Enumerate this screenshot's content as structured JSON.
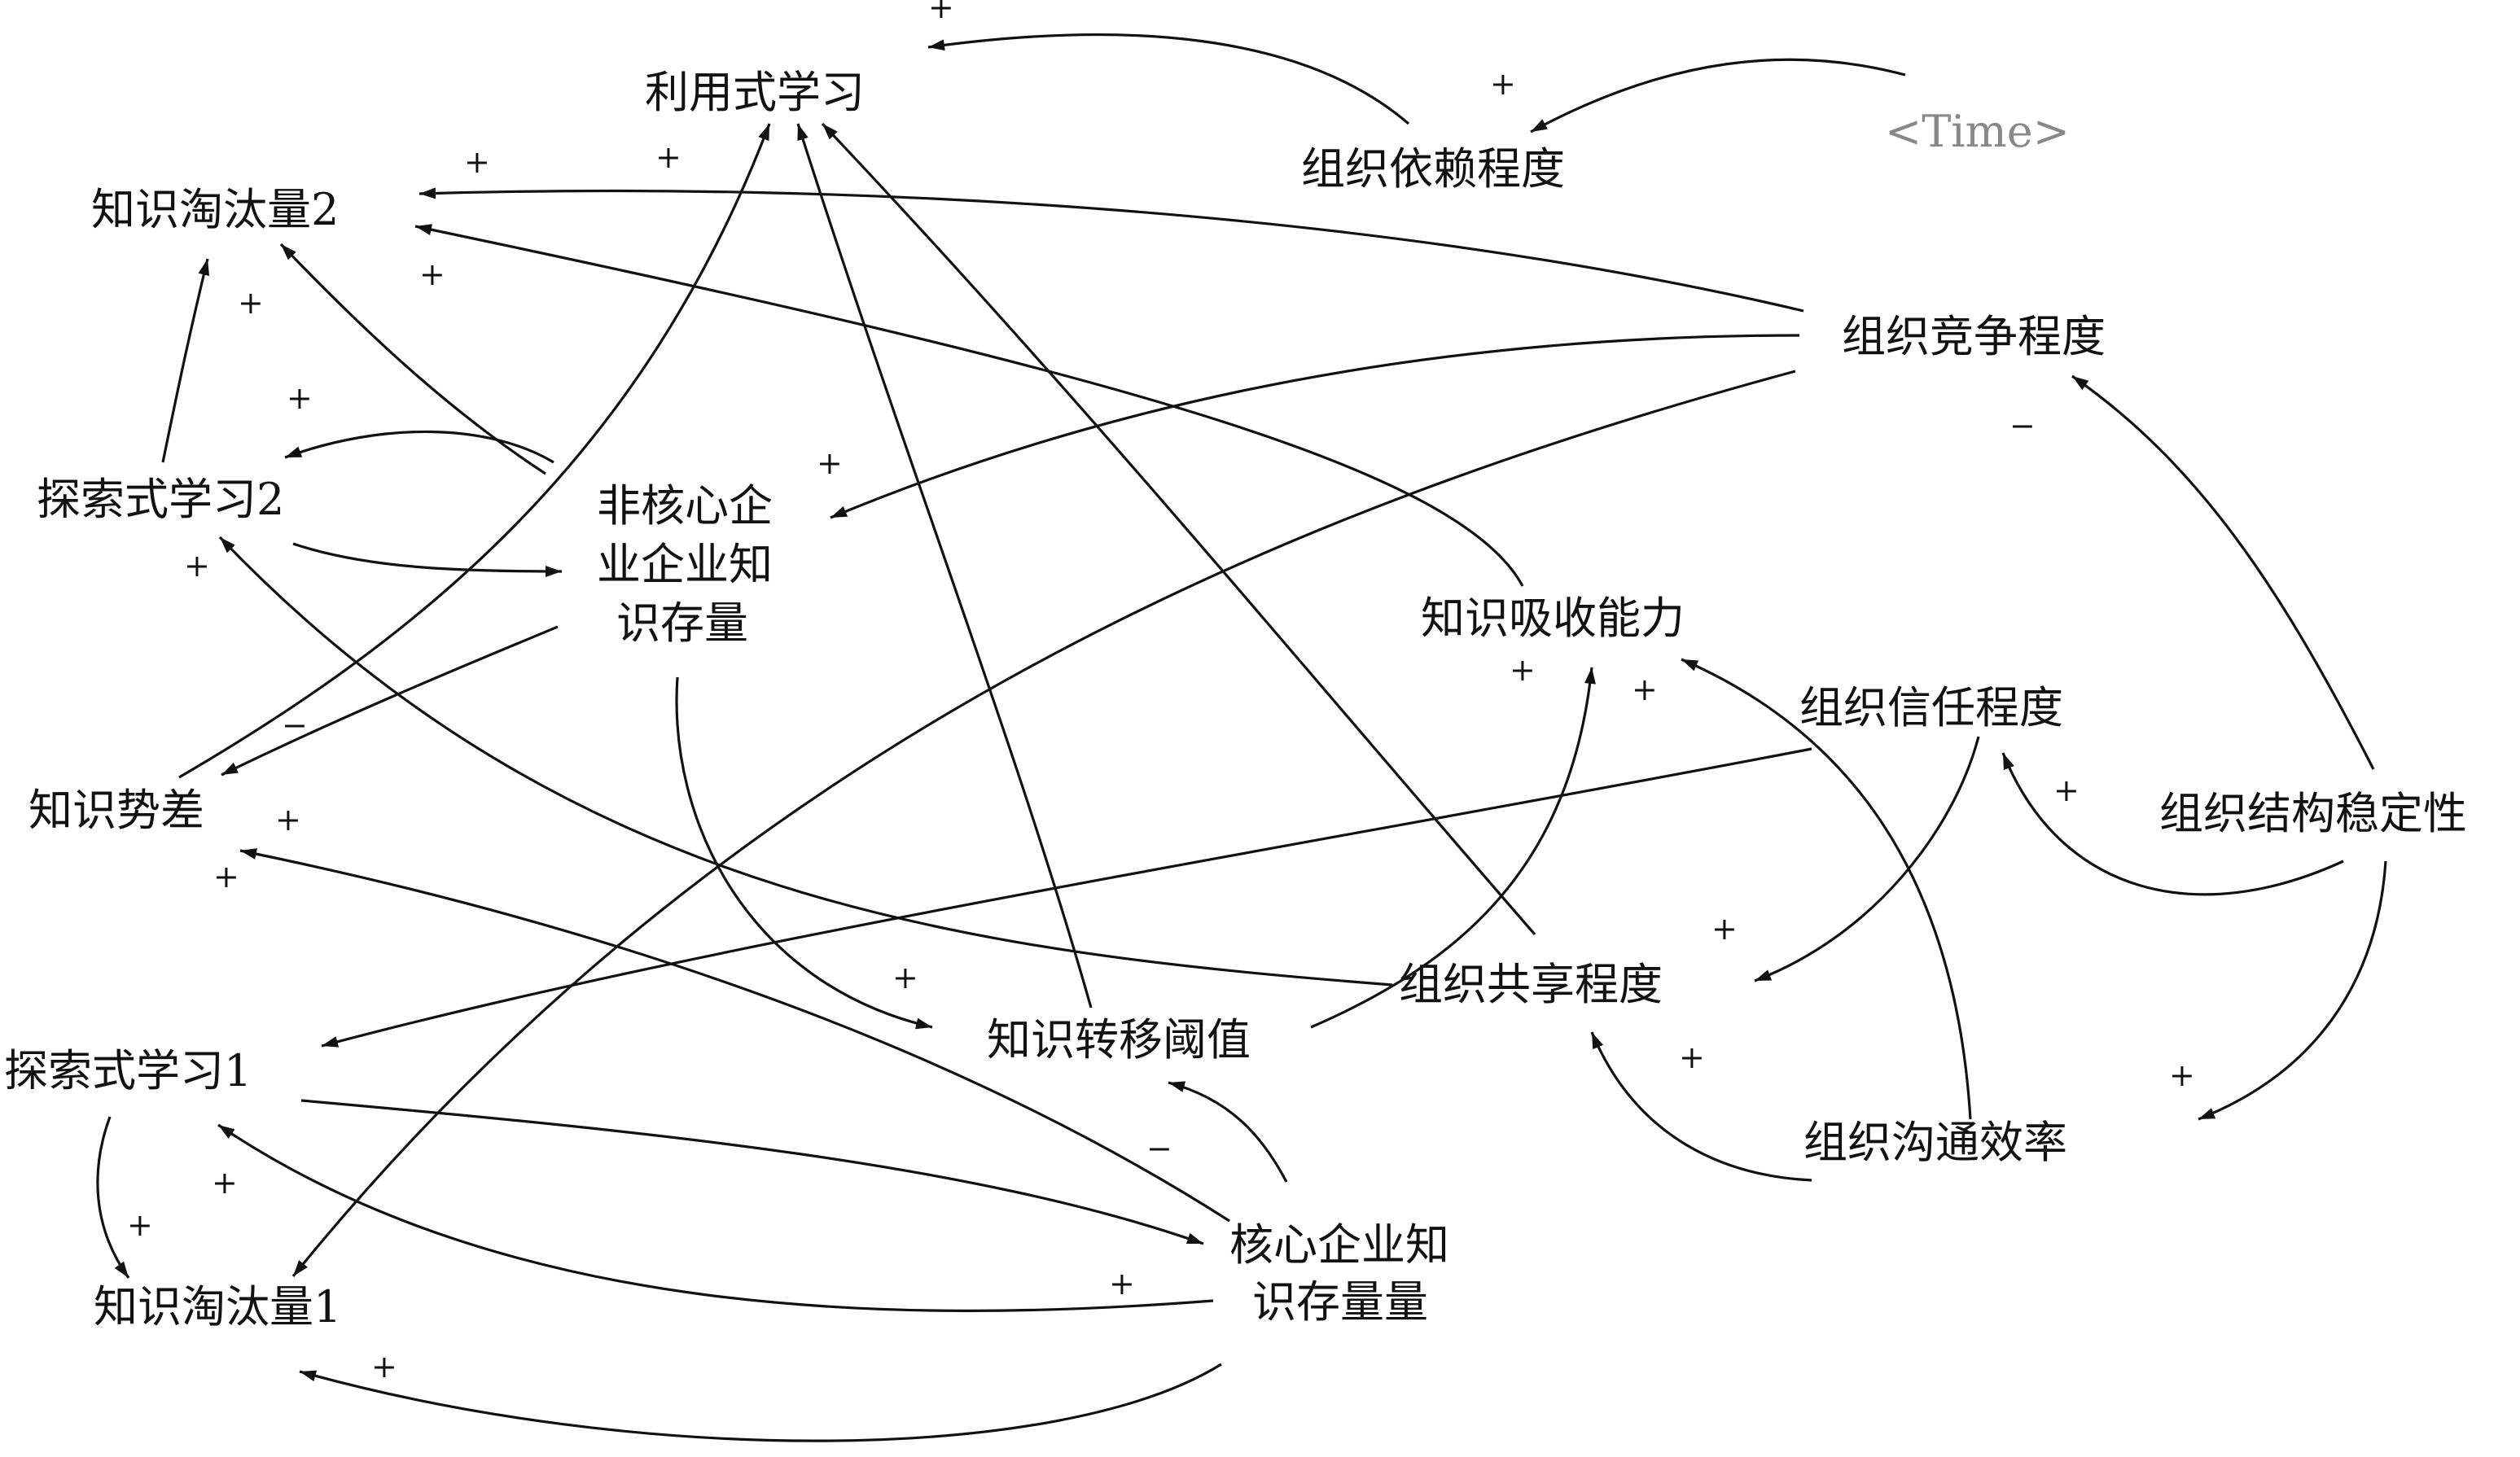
{
  "diagram": {
    "nodes": {
      "exploit_learning": "利用式学习",
      "org_dependence": "组织依赖程度",
      "time": "<Time>",
      "elimination_2": "知识淘汰量2",
      "org_competition": "组织竞争程度",
      "explore_learning_2": "探索式学习2",
      "noncore_stock_line1": "非核心企",
      "noncore_stock_line2": "业企业知",
      "noncore_stock_line3": "识存量",
      "absorb_capacity": "知识吸收能力",
      "org_trust": "组织信任程度",
      "knowledge_gap": "知识势差",
      "org_structure_stability": "组织结构稳定性",
      "org_sharing": "组织共享程度",
      "transfer_threshold": "知识转移阈值",
      "explore_learning_1": "探索式学习1",
      "org_comm_efficiency": "组织沟通效率",
      "core_stock_line1": "核心企业知",
      "core_stock_line2": "识存量量",
      "elimination_1": "知识淘汰量1"
    },
    "signs": {
      "plus": "+",
      "minus": "−"
    }
  }
}
